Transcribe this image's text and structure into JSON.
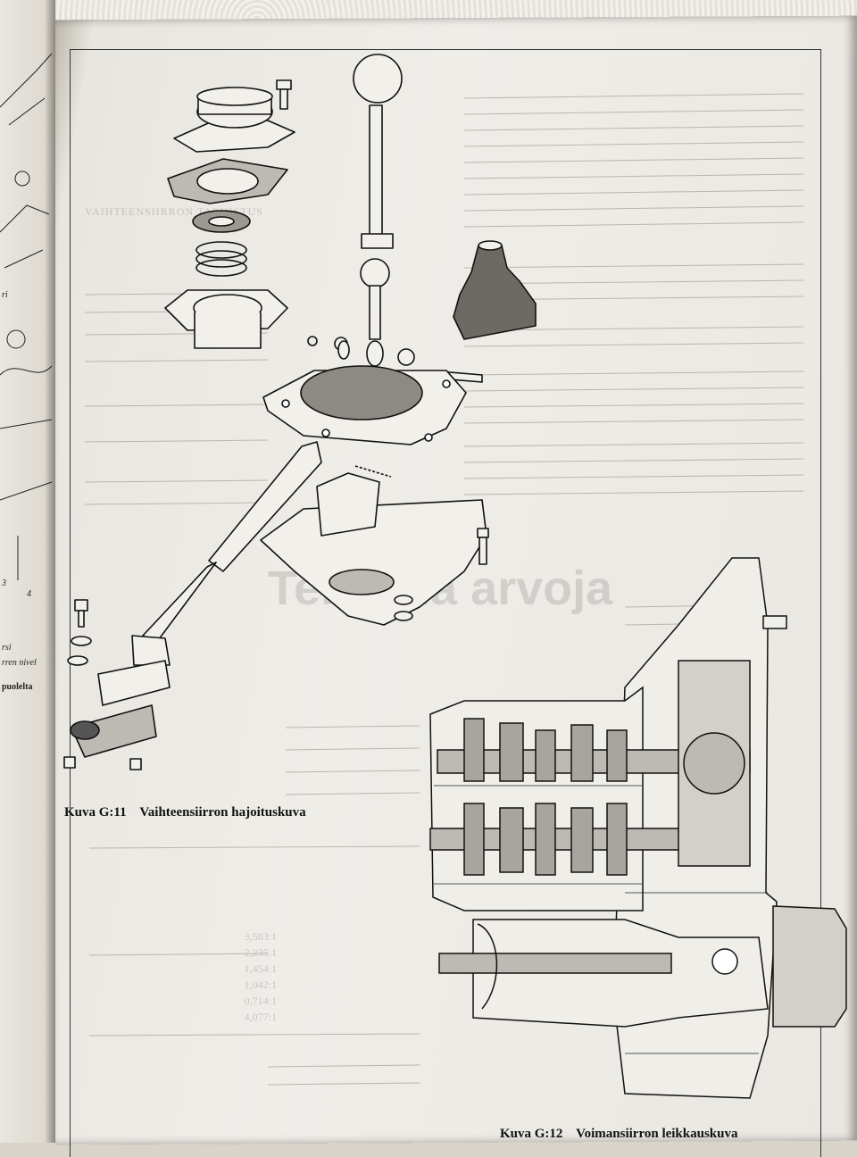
{
  "left_page": {
    "labels": [
      "ri",
      "3",
      "4",
      "rsi",
      "rren nivel",
      "puolelta"
    ]
  },
  "figures": [
    {
      "label": "Kuva G:11",
      "title": "Vaihteensiirron hajoituskuva"
    },
    {
      "label": "Kuva G:12",
      "title": "Voimansiirron leikkauskuva"
    }
  ],
  "bleed_through": {
    "heading_large": "Teknisiä arvoja",
    "heading_small": "VAIHTEENSIIRRON TARKISTUS",
    "ratios": [
      "3,583:1",
      "2,235:1",
      "1,454:1",
      "1,042:1",
      "0,714:1",
      "4,077:1"
    ]
  },
  "colors": {
    "paper": "#efede8",
    "ink": "#111111",
    "bleed": "#9a9890"
  }
}
